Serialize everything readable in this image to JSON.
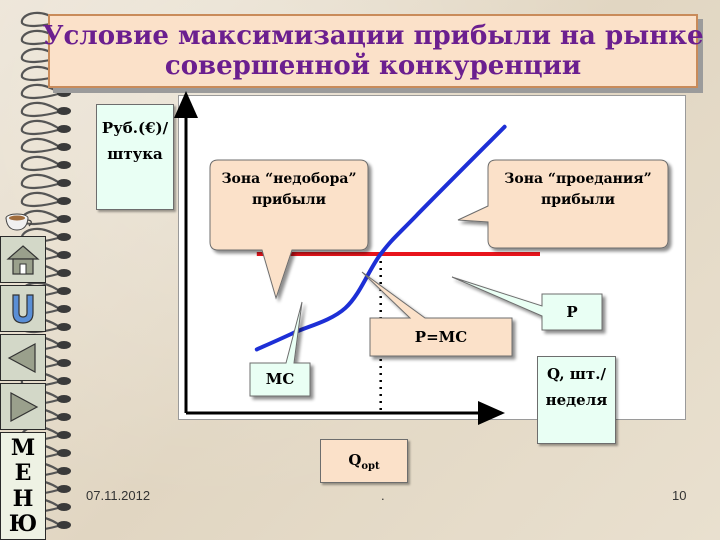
{
  "title": {
    "line1": "Условие максимизации прибыли на рынке",
    "line2": "совершенной конкуренции"
  },
  "y_axis_box": {
    "line1": "Руб.(€)/",
    "line2": "штука"
  },
  "x_axis_box": {
    "line1": "Q, шт./",
    "line2": "неделя"
  },
  "qopt_box": {
    "main": "Q",
    "sub": "opt"
  },
  "callouts": {
    "underprofit": {
      "line1": "Зона “недобора”",
      "line2": "прибыли"
    },
    "overspend": {
      "line1": "Зона “проедания”",
      "line2": "прибыли"
    },
    "p_label": "P",
    "pmc_label": "P=MC",
    "mc_label": "MC"
  },
  "menu_letters": [
    "М",
    "Е",
    "Н",
    "Ю"
  ],
  "footer": {
    "date": "07.11.2012",
    "center": ".",
    "page": "10"
  },
  "colors": {
    "title_text": "#6b1f8f",
    "title_bg": "#fbe1c9",
    "callout_bg": "#fbe1c9",
    "label_bg": "#e9fff4",
    "price_line": "#e8141c",
    "mc_curve": "#1d2fd6",
    "axis": "#000000"
  },
  "icons": [
    "home-icon",
    "return-icon",
    "prev-triangle-icon",
    "next-triangle-icon",
    "cup-icon",
    "spiral-binding-icon"
  ],
  "chart_data": {
    "type": "line",
    "series": [
      {
        "name": "P",
        "x": [
          0.2,
          1.0
        ],
        "y": [
          0.5,
          0.5
        ]
      },
      {
        "name": "MC",
        "x": [
          0.2,
          0.3,
          0.45,
          0.55,
          0.65,
          0.9
        ],
        "y": [
          0.2,
          0.25,
          0.33,
          0.5,
          0.62,
          0.9
        ]
      }
    ],
    "reference_lines": [
      {
        "x": 0.55,
        "label": "Qopt",
        "style": "dotted"
      }
    ],
    "annotations": [
      "Зона “недобора” прибыли",
      "Зона “проедания” прибыли",
      "P=MC",
      "P",
      "MC"
    ],
    "xlabel": "Q, шт./ неделя",
    "ylabel": "Руб.(€)/ штука",
    "grid": false
  }
}
